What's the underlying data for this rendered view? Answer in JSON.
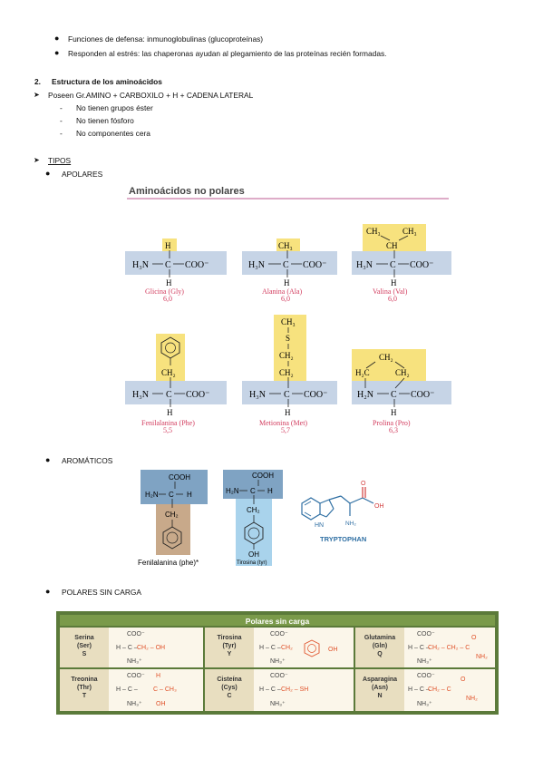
{
  "bullets_top": [
    "Funciones de defensa: inmunoglobulinas (glucoproteínas)",
    "Responden al estrés: las chaperonas ayudan al plegamiento de las proteínas recién formadas."
  ],
  "section2": {
    "number": "2.",
    "title": "Estructura de los aminoácidos",
    "line": "Poseen Gr.AMINO + CARBOXILO + H + CADENA LATERAL",
    "subitems": [
      "No tienen grupos éster",
      "No tienen fósforo",
      "No componentes cera"
    ]
  },
  "tipos": {
    "label": "TIPOS",
    "apolares": "APOLARES",
    "aromaticos": "AROMÁTICOS",
    "polares": "POLARES SIN CARGA"
  },
  "figure_apolares": {
    "title": "Aminoácidos no polares",
    "amino": [
      {
        "name": "Glicina (Gly)",
        "pi": "6,0",
        "r1": "H"
      },
      {
        "name": "Alanina (Ala)",
        "pi": "6,0",
        "r1": "CH₃"
      },
      {
        "name": "Valina (Val)",
        "pi": "6,0",
        "r1": "CH",
        "r2": "CH₃",
        "r3": "CH₃"
      },
      {
        "name": "Fenilalanina (Phe)",
        "pi": "5,5",
        "r1": "CH₂"
      },
      {
        "name": "Metionina (Met)",
        "pi": "5,7",
        "r1": "CH₂",
        "r2": "CH₂",
        "r3": "S",
        "r4": "CH₃"
      },
      {
        "name": "Prolina (Pro)",
        "pi": "6,3",
        "r1": "CH₂",
        "r2": "H₂C",
        "r3": "CH₂"
      }
    ],
    "backbone": {
      "amine": "H₃N",
      "amine_pro": "H₂N",
      "c": "C",
      "coo": "COO⁻",
      "h": "H"
    }
  },
  "figure_aromaticos": {
    "phe_label": "Fenilalanina (phe)*",
    "tyr_label": "Tirosina (tyr)",
    "trp_label": "TRYPTOPHAN",
    "cooh": "COOH",
    "h2n": "H₂N",
    "c": "C",
    "h": "H",
    "ch2": "CH₂",
    "oh": "OH",
    "nh2": "NH₂",
    "hn": "HN",
    "o": "O"
  },
  "figure_polares": {
    "header": "Polares sin carga",
    "cells": [
      {
        "name": "Serina",
        "abbr": "(Ser)",
        "code": "S",
        "side": "CH₂ – OH"
      },
      {
        "name": "Tirosina",
        "abbr": "(Tyr)",
        "code": "Y",
        "side": "CH₂"
      },
      {
        "name": "Glutamina",
        "abbr": "(Gln)",
        "code": "Q",
        "side": "CH₂ – CH₂ – C"
      },
      {
        "name": "Treonina",
        "abbr": "(Thr)",
        "code": "T",
        "side": "C – CH₃"
      },
      {
        "name": "Cisteína",
        "abbr": "(Cys)",
        "code": "C",
        "side": "CH₂ – SH"
      },
      {
        "name": "Asparagina",
        "abbr": "(Asn)",
        "code": "N",
        "side": "CH₂ – C"
      }
    ],
    "coo": "COO⁻",
    "h_c": "H – C –",
    "nh3": "NH₃⁺",
    "oh": "OH",
    "h": "H",
    "o": "O",
    "nh2": "NH₂"
  },
  "colors": {
    "highlight": "#f7e27e",
    "backbone": "#c6d4e6",
    "title_line": "#c97ba6",
    "name_red": "#d23c5e",
    "aro_blue": "#7fa3c3",
    "aro_brown": "#c8a98a",
    "aro_lightblue": "#a9d3ec",
    "table_green": "#5b7a3a",
    "table_bg": "#f3ecd9"
  }
}
